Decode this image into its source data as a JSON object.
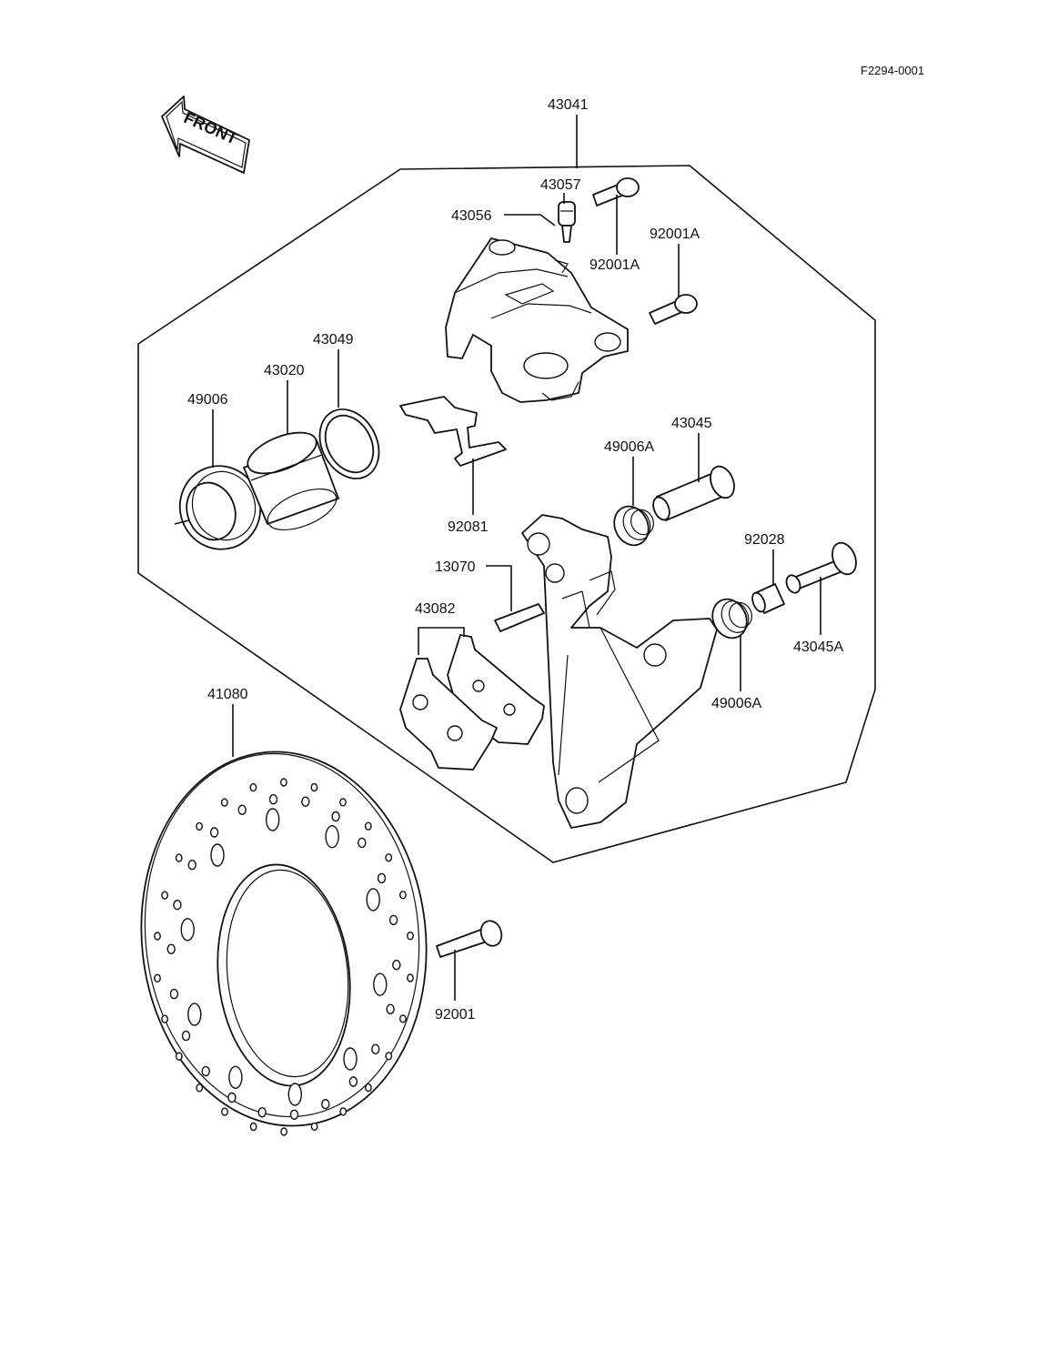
{
  "diagram_code": "F2294-0001",
  "front_label": "FRONT",
  "parts": {
    "assembly": "43041",
    "bleeder_cap": "43057",
    "bleeder_valve": "43056",
    "bolt_upper": "92001A",
    "bolt_right": "92001A",
    "seal_ring": "43049",
    "piston": "43020",
    "dust_seal": "49006",
    "spring_pad": "92081",
    "pin_boot_top": "49006A",
    "pin_top": "43045",
    "sleeve": "92028",
    "pin_right": "43045A",
    "pin_boot_right": "49006A",
    "pad_pin": "13070",
    "pads": "43082",
    "disc": "41080",
    "disc_bolt": "92001"
  }
}
